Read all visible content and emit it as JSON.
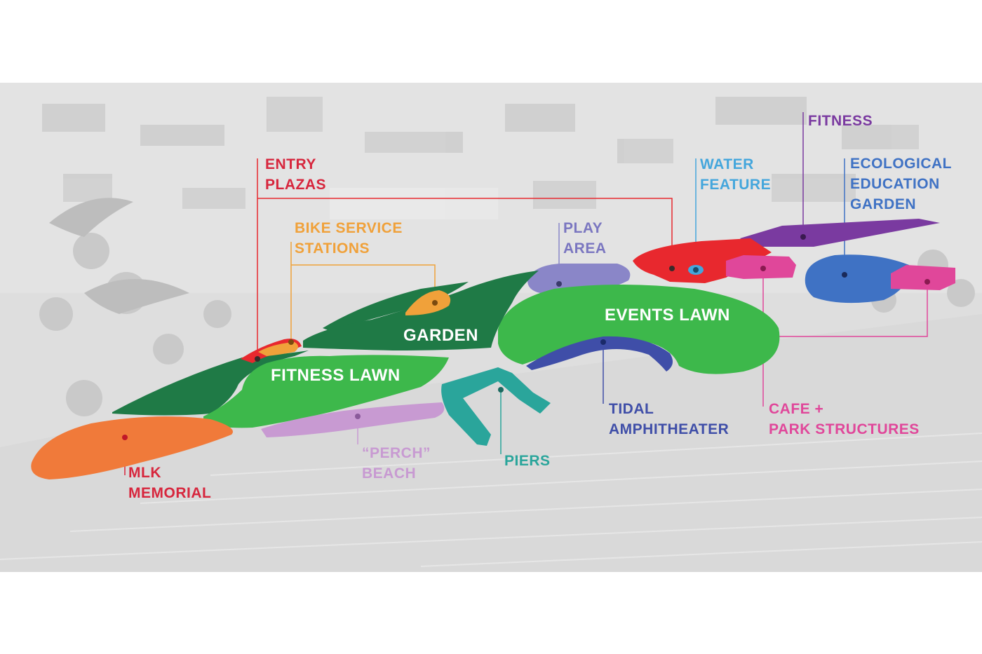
{
  "colors": {
    "background": "#ffffff",
    "photo_base": "#dcdcdc",
    "red": "#e8282e",
    "crimson_text": "#d7263d",
    "orange": "#f07a3a",
    "amber": "#f0a13a",
    "dark_green": "#1f7a46",
    "green": "#3db84b",
    "lavender": "#8a86c8",
    "purple": "#7a3aa0",
    "light_blue": "#44a6dc",
    "blue": "#3f72c4",
    "navy": "#3f4ea8",
    "pink": "#e0479a",
    "teal": "#2aa59b",
    "light_purple": "#c89ad2"
  },
  "zones": {
    "garden": "GARDEN",
    "fitness_lawn": "FITNESS LAWN",
    "events_lawn": "EVENTS  LAWN"
  },
  "labels": {
    "entry_plazas": [
      "ENTRY",
      "PLAZAS"
    ],
    "bike_service_stations": [
      "BIKE SERVICE",
      "STATIONS"
    ],
    "play_area": [
      "PLAY",
      "AREA"
    ],
    "water_feature": [
      "WATER",
      "FEATURE"
    ],
    "fitness": [
      "FITNESS"
    ],
    "ecological_education_garden": [
      "ECOLOGICAL",
      "EDUCATION",
      "GARDEN"
    ],
    "mlk_memorial": [
      "MLK",
      "MEMORIAL"
    ],
    "perch_beach": [
      "“PERCH”",
      "BEACH"
    ],
    "piers": [
      "PIERS"
    ],
    "tidal_amphitheater": [
      "TIDAL",
      "AMPHITHEATER"
    ],
    "cafe_park_structures": [
      "CAFE +",
      "PARK STRUCTURES"
    ]
  }
}
